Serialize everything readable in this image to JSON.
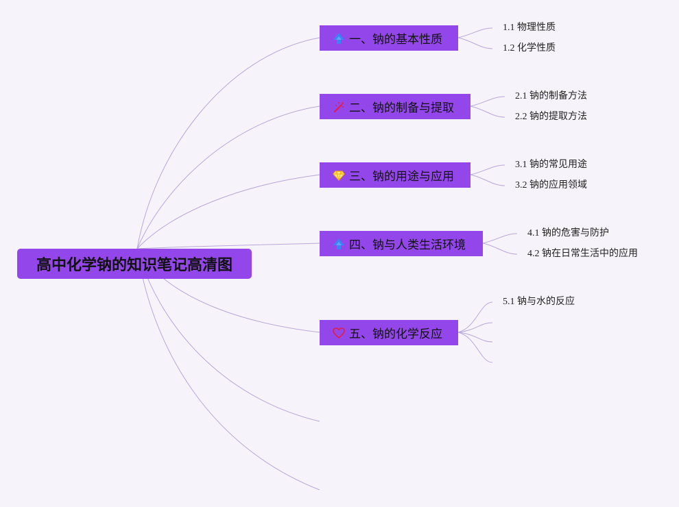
{
  "root": {
    "label": "高中化学钠的知识笔记高清图"
  },
  "branches": [
    {
      "label": "一、钠的基本性质",
      "icon": "arrow-up-icon",
      "icon_color": "#3b82f6",
      "children": [
        "1.1 物理性质",
        "1.2 化学性质"
      ]
    },
    {
      "label": "二、钠的制备与提取",
      "icon": "magic-wand-icon",
      "icon_color": "#e11d48",
      "children": [
        "2.1 钠的制备方法",
        "2.2 钠的提取方法"
      ]
    },
    {
      "label": "三、钠的用途与应用",
      "icon": "diamond-icon",
      "icon_color": "#f5c542",
      "children": [
        "3.1 钠的常见用途",
        "3.2 钠的应用领域"
      ]
    },
    {
      "label": "四、钠与人类生活环境",
      "icon": "arrow-up-icon",
      "icon_color": "#3b82f6",
      "children": [
        "4.1 钠的危害与防护",
        "4.2 钠在日常生活中的应用"
      ]
    },
    {
      "label": "五、钠的化学反应",
      "icon": "heart-icon",
      "icon_color": "#e11d48",
      "children": [
        "5.1 钠与水的反应",
        "",
        "",
        ""
      ]
    }
  ],
  "colors": {
    "node_fill": "#9346ea",
    "link_stroke": "#b8a7d9",
    "background": "#f7f3fb"
  }
}
